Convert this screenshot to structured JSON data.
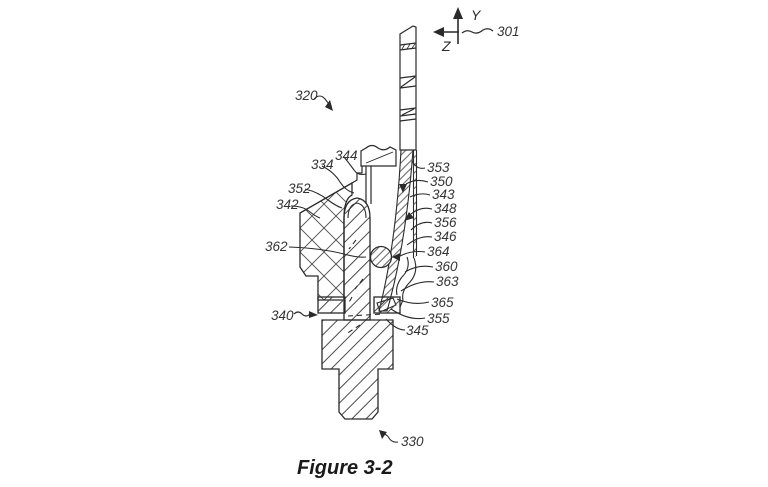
{
  "figure": {
    "caption": "Figure 3-2"
  },
  "axes": {
    "y_label": "Y",
    "z_label": "Z"
  },
  "labels": {
    "n301": {
      "text": "301"
    },
    "n320": {
      "text": "320"
    },
    "n330": {
      "text": "330"
    },
    "n334": {
      "text": "334"
    },
    "n340": {
      "text": "340"
    },
    "n342": {
      "text": "342"
    },
    "n343": {
      "text": "343"
    },
    "n344": {
      "text": "344"
    },
    "n345": {
      "text": "345"
    },
    "n346": {
      "text": "346"
    },
    "n348": {
      "text": "348"
    },
    "n350": {
      "text": "350"
    },
    "n352": {
      "text": "352"
    },
    "n353": {
      "text": "353"
    },
    "n355": {
      "text": "355"
    },
    "n356": {
      "text": "356"
    },
    "n360": {
      "text": "360"
    },
    "n362": {
      "text": "362"
    },
    "n363": {
      "text": "363"
    },
    "n364": {
      "text": "364"
    },
    "n365": {
      "text": "365"
    }
  },
  "colors": {
    "line": "#2a2a2a",
    "hatch": "#4a4a4a",
    "background": "#ffffff",
    "text": "#333333"
  }
}
